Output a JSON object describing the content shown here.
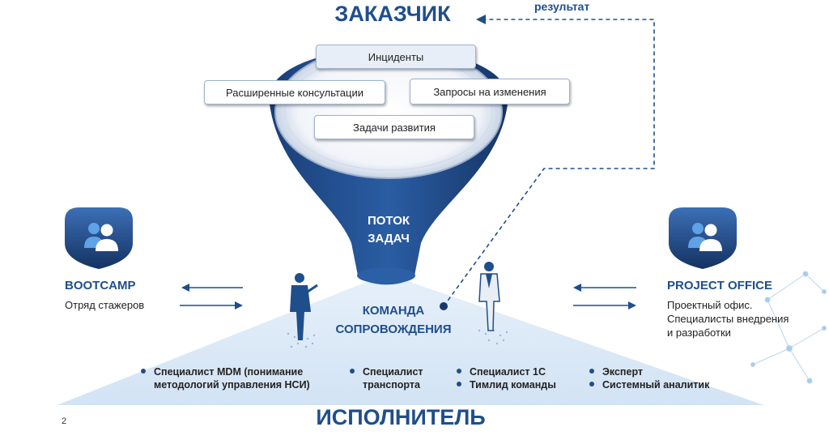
{
  "header": {
    "customer": "ЗАКАЗЧИК",
    "result": "результат"
  },
  "funnel": {
    "items": [
      "Инциденты",
      "Расширенные консультации",
      "Запросы на изменения",
      "Задачи развития"
    ],
    "flow_line1": "ПОТОК",
    "flow_line2": "ЗАДАЧ"
  },
  "team": {
    "line1": "КОМАНДА",
    "line2": "СОПРОВОЖДЕНИЯ"
  },
  "left": {
    "title": "BOOTCAMP",
    "text": "Отряд стажеров"
  },
  "right": {
    "title": "PROJECT OFFICE",
    "line1": "Проектный офис.",
    "line2": "Специалисты внедрения",
    "line3": "и разработки"
  },
  "roles": {
    "col1": [
      "Специалист MDM (понимание",
      "методологий управления НСИ)"
    ],
    "col2": [
      "Специалист",
      "транспорта"
    ],
    "col3": [
      "Специалист 1С",
      "Тимлид команды"
    ],
    "col4": [
      "Эксперт",
      "Системный аналитик"
    ]
  },
  "footer": {
    "executor": "ИСПОЛНИТЕЛЬ",
    "page_number": "2"
  },
  "colors": {
    "brand": "#1f4e8c",
    "funnel_dark": "#17386b",
    "base_light": "#dbe9f7"
  },
  "icons": [
    "users-icon",
    "person-icon",
    "arrow-left-icon",
    "arrow-right-icon"
  ]
}
